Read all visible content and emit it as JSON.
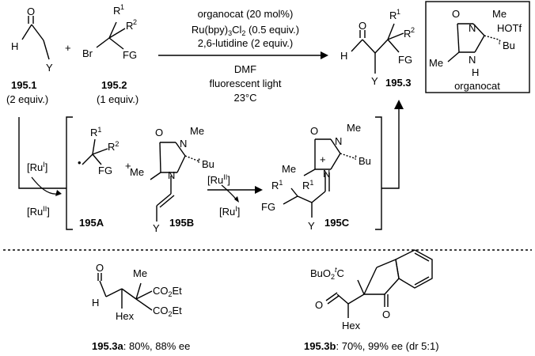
{
  "reactant_aldehyde": {
    "atom_o": "O",
    "atom_h": "H",
    "atom_y": "Y",
    "id": "195.1",
    "equiv": "(2 equiv.)"
  },
  "plus_1": "+",
  "reactant_bromide": {
    "atom_r1": "R",
    "sup_r1": "1",
    "atom_r2": "R",
    "sup_r2": "2",
    "atom_br": "Br",
    "atom_fg": "FG",
    "id": "195.2",
    "equiv": "(1 equiv.)"
  },
  "conditions": {
    "line1": "organocat (20 mol%)",
    "line2_a": "Ru(bpy)",
    "line2_sub": "3",
    "line2_b": "Cl",
    "line2_sub2": "2",
    "line2_c": " (0.5 equiv.)",
    "line3": "2,6-lutidine (2 equiv.)",
    "line4": "DMF",
    "line5": "fluorescent light",
    "line6": "23°C"
  },
  "product": {
    "atom_o": "O",
    "atom_h": "H",
    "atom_r1": "R",
    "sup_r1": "1",
    "atom_r2": "R",
    "sup_r2": "2",
    "atom_fg": "FG",
    "atom_y": "Y",
    "id": "195.3"
  },
  "organocat_box": {
    "atom_o": "O",
    "atom_me_n": "Me",
    "atom_n1": "N",
    "atom_hotf": "HOTf",
    "atom_me": "Me",
    "atom_n2": "N",
    "atom_h": "H",
    "tbu_t": "t",
    "tbu": "Bu",
    "label": "organocat"
  },
  "mechanism": {
    "ru1_left": "[Ru",
    "ru1_left_sup": "I",
    "ru1_left_close": "]",
    "ru2_left": "[Ru",
    "ru2_left_sup": "II",
    "ru2_left_close": "]",
    "radical_r1": "R",
    "radical_sup1": "1",
    "radical_r2": "R",
    "radical_sup2": "2",
    "radical_fg": "FG",
    "radical_dot": "•",
    "radical_id": "195A",
    "plus": "+",
    "enamine_o": "O",
    "enamine_me_n": "Me",
    "enamine_n1": "N",
    "enamine_me": "Me",
    "enamine_n2": "N",
    "enamine_tbu_t": "t",
    "enamine_tbu": "Bu",
    "enamine_y": "Y",
    "enamine_id": "195B",
    "ru2_mid": "[Ru",
    "ru2_mid_sup": "II",
    "ru2_mid_close": "]",
    "ru1_mid": "[Ru",
    "ru1_mid_sup": "I",
    "ru1_mid_close": "]",
    "iminium_o": "O",
    "iminium_me_n": "Me",
    "iminium_n1": "N",
    "iminium_me": "Me",
    "iminium_plus": "+",
    "iminium_n2": "N",
    "iminium_tbu_t": "t",
    "iminium_tbu": "Bu",
    "iminium_r1a": "R",
    "iminium_sup1a": "1",
    "iminium_r1b": "R",
    "iminium_sup1b": "1",
    "iminium_fg": "FG",
    "iminium_y": "Y",
    "iminium_id": "195C"
  },
  "example_a": {
    "atom_o": "O",
    "atom_me": "Me",
    "co2et_1": "CO",
    "co2et_1_sub": "2",
    "co2et_1_b": "Et",
    "co2et_2": "CO",
    "co2et_2_sub": "2",
    "co2et_2_b": "Et",
    "atom_h": "H",
    "hex": "Hex",
    "id": "195.3a",
    "result": ": 80%, 88% ee"
  },
  "example_b": {
    "buo2c_a": "BuO",
    "buo2c_sub": "2",
    "buo2c_t": "t",
    "buo2c_c": "C",
    "atom_o1": "O",
    "atom_o2": "O",
    "hex": "Hex",
    "id": "195.3b",
    "result": ": 70%, 99% ee (dr 5:1)"
  }
}
